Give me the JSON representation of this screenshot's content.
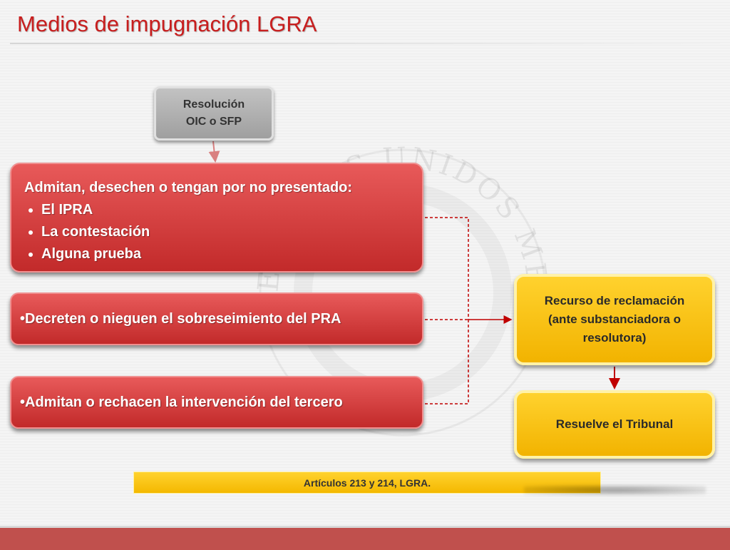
{
  "title": "Medios de impugnación LGRA",
  "resolution_box": {
    "line1": "Resolución",
    "line2": "OIC o SFP"
  },
  "red_box_1": {
    "heading": "Admitan, desechen o tengan por no presentado:",
    "items": [
      "El IPRA",
      "La contestación",
      "Alguna prueba"
    ]
  },
  "red_box_2": {
    "text": "•Decreten o nieguen el sobreseimiento del PRA"
  },
  "red_box_3": {
    "text": "•Admitan o rechacen la intervención del tercero"
  },
  "recurso_box": {
    "line1": "Recurso de reclamación",
    "line2": "(ante substanciadora o",
    "line3": "resolutora)"
  },
  "tribunal_box": {
    "text": "Resuelve el Tribunal"
  },
  "footer": {
    "text": "Artículos 213 y 214, LGRA."
  },
  "watermark": {
    "text": "ESTADOS UNIDOS MEXICANOS"
  },
  "colors": {
    "title_red": "#c81e1e",
    "box_red": "#d94040",
    "box_yellow": "#ffc20e",
    "box_gray": "#a8a8a8",
    "connector_red": "#c00000",
    "bottom_bar": "#c0504d"
  }
}
